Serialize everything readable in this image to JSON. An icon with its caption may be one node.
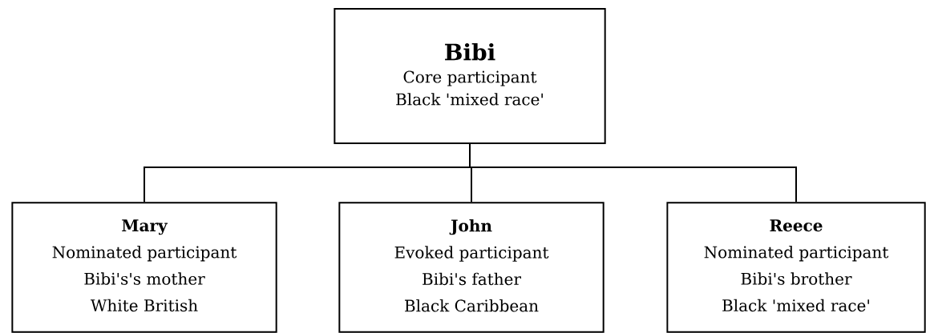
{
  "diagram": {
    "nodes": [
      {
        "text": [
          "Bibi",
          "Core participant",
          "Black 'mixed race'"
        ]
      },
      {
        "text": [
          "Mary",
          "Nominated participant",
          "Bibi's's mother",
          "White British"
        ]
      },
      {
        "text": [
          "John",
          "Evoked participant",
          "Bibi's father",
          "Black Caribbean"
        ]
      },
      {
        "text": [
          "Reece",
          "Nominated participant",
          "Bibi's brother",
          "Black 'mixed race'"
        ]
      }
    ],
    "edges": [
      {
        "from": 0,
        "to": 1,
        "arrow": "none"
      },
      {
        "from": 0,
        "to": 2,
        "arrow": "none"
      },
      {
        "from": 0,
        "to": 3,
        "arrow": "none"
      }
    ]
  }
}
